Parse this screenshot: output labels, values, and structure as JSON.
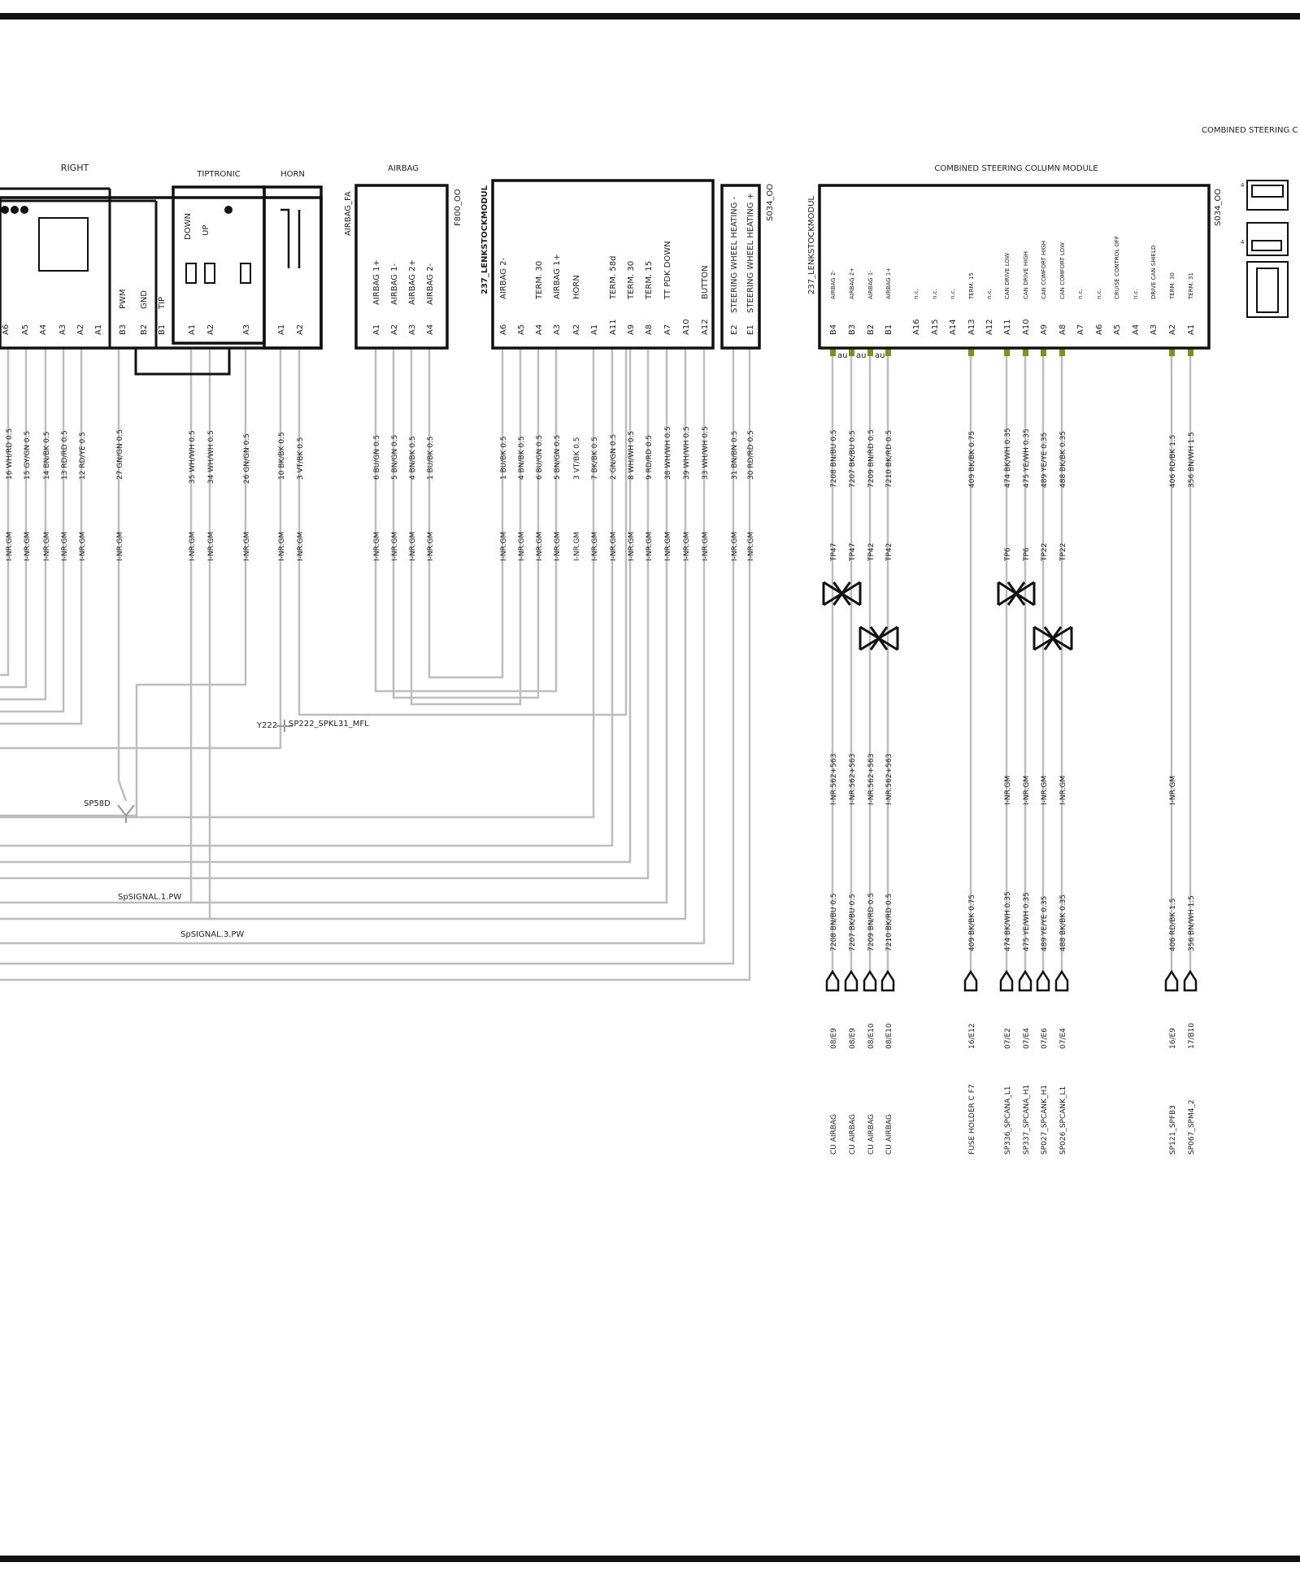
{
  "sections": {
    "right": "RIGHT",
    "tiptronic": "TIPTRONIC",
    "horn": "HORN",
    "airbag": "AIRBAG",
    "cscm": "COMBINED STEERING COLUMN    MODULE",
    "cscm_corner": "COMBINED STEERING C"
  },
  "components": {
    "airbag_fa": "AIRBAG_FA",
    "f800": "F800_OO",
    "lenk1": "237_LENKSTOCKMODUL",
    "s034": "S034_OO",
    "lenk2": "237_LENKSTOCKMODUL",
    "s034b": "S034_OO"
  },
  "tiptronic_labels": [
    "DOWN",
    "UP"
  ],
  "right_pins": [
    "A6",
    "A5",
    "A4",
    "A3",
    "A2",
    "A1",
    "B3",
    "B2",
    "B1"
  ],
  "right_pin_funcs": [
    "",
    "",
    "",
    "",
    "",
    "",
    "PWM",
    "GND",
    "TIP"
  ],
  "right_wires": [
    "16 WH/RD 0.5",
    "15 GY/GN 0.5",
    "14 BN/BK 0.5",
    "13 RD/RD 0.5",
    "12 RD/YE 0.5",
    "",
    "27 GN/GN 0.5"
  ],
  "tip_pins": [
    "A1",
    "A2",
    "A3"
  ],
  "tip_wires": [
    "35 WH/WH 0.5",
    "34 WH/WH 0.5",
    "26 GN/GN 0.5"
  ],
  "horn_pins": [
    "A1",
    "A2"
  ],
  "horn_wires": [
    "10 BK/BK 0.5",
    "3 VT/BK 0.5"
  ],
  "airbag_fa_pins": [
    {
      "pin": "A1",
      "func": "AIRBAG 1+",
      "wire": "6 BU/GN 0.5"
    },
    {
      "pin": "A2",
      "func": "AIRBAG 1-",
      "wire": "5 BN/GN 0.5"
    },
    {
      "pin": "A3",
      "func": "AIRBAG 2+",
      "wire": "4 BN/BK 0.5"
    },
    {
      "pin": "A4",
      "func": "AIRBAG 2-",
      "wire": "1 BU/BK 0.5"
    }
  ],
  "lenk1_pins": [
    {
      "pin": "A6",
      "func": "AIRBAG 2-",
      "wire": "1 BU/BK 0.5"
    },
    {
      "pin": "A5",
      "func": "",
      "wire": "4 BN/BK 0.5"
    },
    {
      "pin": "A4",
      "func": "TERM. 30",
      "wire": "6 BU/GN 0.5"
    },
    {
      "pin": "A3",
      "func": "AIRBAG 1+",
      "wire": "5 BN/GN 0.5"
    },
    {
      "pin": "A2",
      "func": "HORN",
      "wire": "3 VT/BK 0.5"
    },
    {
      "pin": "A1",
      "func": "",
      "wire": "7 BK/BK 0.5"
    },
    {
      "pin": "A11",
      "func": "TERM. 58d",
      "wire": "2 GN/GN 0.5"
    },
    {
      "pin": "A9",
      "func": "TERM. 30",
      "wire": "8 WH/WH 0.5"
    },
    {
      "pin": "A8",
      "func": "TERM. 15",
      "wire": "9 RD/RD 0.5"
    },
    {
      "pin": "A7",
      "func": "TT PDK DOWN",
      "wire": "38 WH/WH 0.5"
    },
    {
      "pin": "A10",
      "func": "",
      "wire": "39 WH/WH 0.5"
    },
    {
      "pin": "A12",
      "func": "BUTTON",
      "wire": "33 WH/WH 0.5"
    }
  ],
  "heating_pins": [
    {
      "pin": "E2",
      "func": "STEERING WHEEL HEATING -",
      "wire": "31 BN/BN 0.5"
    },
    {
      "pin": "E1",
      "func": "STEERING WHEEL HEATING +",
      "wire": "30 RD/RD 0.5"
    }
  ],
  "ground_label": "I-NR.GM",
  "splices": {
    "y222": "Y222",
    "sp222": "SP222_SPKL31_MFL",
    "sp58d": "SP58D",
    "sig1": "SpSIGNAL.1.PW",
    "sig3": "SpSIGNAL.3.PW"
  },
  "cscm_pins": [
    {
      "pin": "B4",
      "func": "AIRBAG 2-",
      "wire": "7208 BN/BU 0.5",
      "tp": "TP47",
      "gm": "I-NR.562+563",
      "wire2": "7208 BN/BU 0.5",
      "ref": "08/E9",
      "dest": "CU AIRBAG"
    },
    {
      "pin": "B3",
      "func": "AIRBAG 2+",
      "wire": "7207 BK/BU 0.5",
      "tp": "TP47",
      "gm": "I-NR.562+563",
      "wire2": "7207 BK/BU 0.5",
      "ref": "08/E9",
      "dest": "CU AIRBAG"
    },
    {
      "pin": "B2",
      "func": "AIRBAG 1-",
      "wire": "7209 BN/RD 0.5",
      "tp": "TP42",
      "gm": "I-NR.562+563",
      "wire2": "7209 BN/RD 0.5",
      "ref": "08/E10",
      "dest": "CU AIRBAG"
    },
    {
      "pin": "B1",
      "func": "AIRBAG 1+",
      "wire": "7210 BK/RD 0.5",
      "tp": "TP42",
      "gm": "I-NR.562+563",
      "wire2": "7210 BK/RD 0.5",
      "ref": "08/E10",
      "dest": "CU AIRBAG"
    },
    {
      "pin": "A16",
      "func": "n.c.",
      "wire": "",
      "tp": "",
      "gm": "",
      "wire2": "",
      "ref": "",
      "dest": ""
    },
    {
      "pin": "A15",
      "func": "n.c.",
      "wire": "",
      "tp": "",
      "gm": "",
      "wire2": "",
      "ref": "",
      "dest": ""
    },
    {
      "pin": "A14",
      "func": "n.c.",
      "wire": "",
      "tp": "",
      "gm": "",
      "wire2": "",
      "ref": "",
      "dest": ""
    },
    {
      "pin": "A13",
      "func": "TERM. 15",
      "wire": "409 BK/BK 0.75",
      "tp": "",
      "gm": "",
      "wire2": "409 BK/BK 0.75",
      "ref": "16/E12",
      "dest": "FUSE HOLDER C  F7"
    },
    {
      "pin": "A12",
      "func": "n.c.",
      "wire": "",
      "tp": "",
      "gm": "",
      "wire2": "",
      "ref": "",
      "dest": ""
    },
    {
      "pin": "A11",
      "func": "CAN DRIVE LOW",
      "wire": "474 BK/WH 0.35",
      "tp": "TP6",
      "gm": "I-NR.GM",
      "wire2": "474 BK/WH 0.35",
      "ref": "07/E2",
      "dest": "SP336_SPCANA_L1"
    },
    {
      "pin": "A10",
      "func": "CAN DRIVE HIGH",
      "wire": "475 YE/WH 0.35",
      "tp": "TP6",
      "gm": "I-NR.GM",
      "wire2": "475 YE/WH 0.35",
      "ref": "07/E4",
      "dest": "SP337_SPCANA_H1"
    },
    {
      "pin": "A9",
      "func": "CAN COMFORT HIGH",
      "wire": "489 YE/YE 0.35",
      "tp": "TP22",
      "gm": "I-NR.GM",
      "wire2": "489 YE/YE 0.35",
      "ref": "07/E6",
      "dest": "SP027_SPCANK_H1"
    },
    {
      "pin": "A8",
      "func": "CAN COMFORT LOW",
      "wire": "488 BK/BK 0.35",
      "tp": "TP22",
      "gm": "I-NR.GM",
      "wire2": "488 BK/BK 0.35",
      "ref": "07/E4",
      "dest": "SP026_SPCANK_L1"
    },
    {
      "pin": "A7",
      "func": "n.c.",
      "wire": "",
      "tp": "",
      "gm": "",
      "wire2": "",
      "ref": "",
      "dest": ""
    },
    {
      "pin": "A6",
      "func": "n.c.",
      "wire": "",
      "tp": "",
      "gm": "",
      "wire2": "",
      "ref": "",
      "dest": ""
    },
    {
      "pin": "A5",
      "func": "CRUISE CONTROL OFF",
      "wire": "",
      "tp": "",
      "gm": "",
      "wire2": "",
      "ref": "",
      "dest": ""
    },
    {
      "pin": "A4",
      "func": "n.c.",
      "wire": "",
      "tp": "",
      "gm": "",
      "wire2": "",
      "ref": "",
      "dest": ""
    },
    {
      "pin": "A3",
      "func": "DRIVE   CAN  SHIELD",
      "wire": "",
      "tp": "",
      "gm": "",
      "wire2": "",
      "ref": "",
      "dest": ""
    },
    {
      "pin": "A2",
      "func": "TERM. 30",
      "wire": "406 RD/BK 1.5",
      "tp": "",
      "gm": "I-NR.GM",
      "wire2": "406 RD/BK 1.5",
      "ref": "16/E9",
      "dest": "SP121_SPFB3"
    },
    {
      "pin": "A1",
      "func": "TERM. 31",
      "wire": "356 BN/WH 1.5",
      "tp": "",
      "gm": "",
      "wire2": "356 BN/WH 1.5",
      "ref": "17/B10",
      "dest": "SP067_SPM4_2"
    }
  ],
  "au_tag": "au",
  "colors": {
    "wire": "#bdbdbd",
    "box": "#111111",
    "connector": "#8a8a1e"
  }
}
